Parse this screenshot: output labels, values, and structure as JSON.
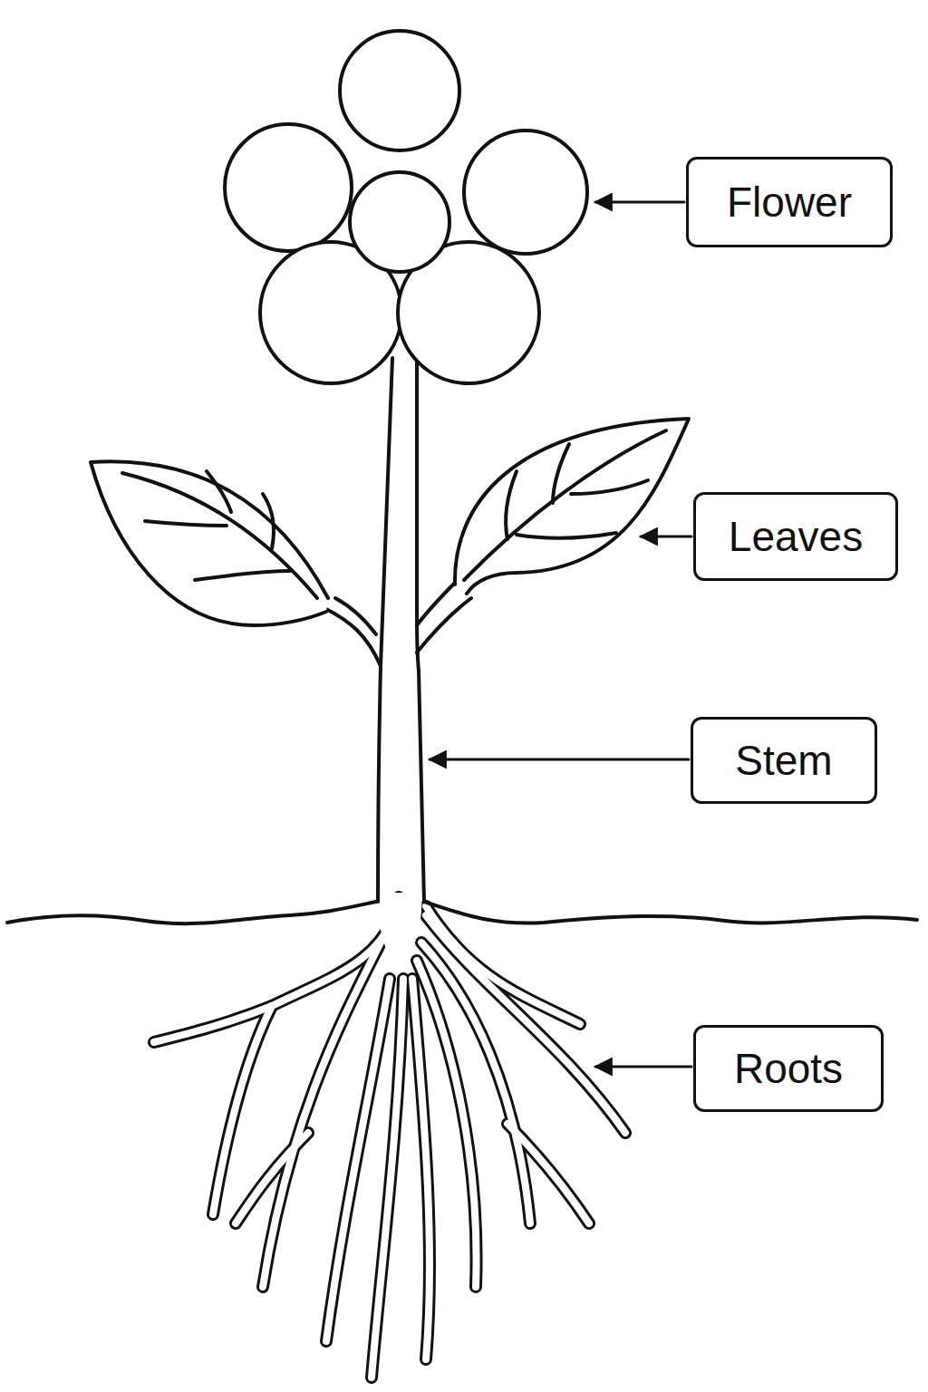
{
  "diagram": {
    "nodes": [
      {
        "text": [
          "Flower"
        ]
      },
      {
        "text": [
          "Leaves"
        ]
      },
      {
        "text": [
          "Stem"
        ]
      },
      {
        "text": [
          "Roots"
        ]
      }
    ]
  }
}
